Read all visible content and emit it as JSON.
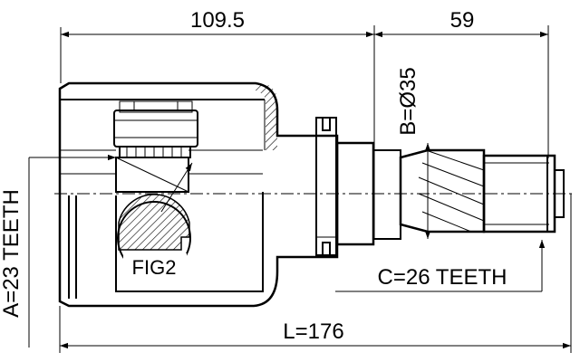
{
  "dimensions": {
    "housing_length": "109.5",
    "stem_length": "59",
    "diameter_b": "B=Ø35",
    "teeth_a": "A=23 TEETH",
    "teeth_c": "C=26 TEETH",
    "total_length": "L=176"
  },
  "figure_label": "FIG2"
}
